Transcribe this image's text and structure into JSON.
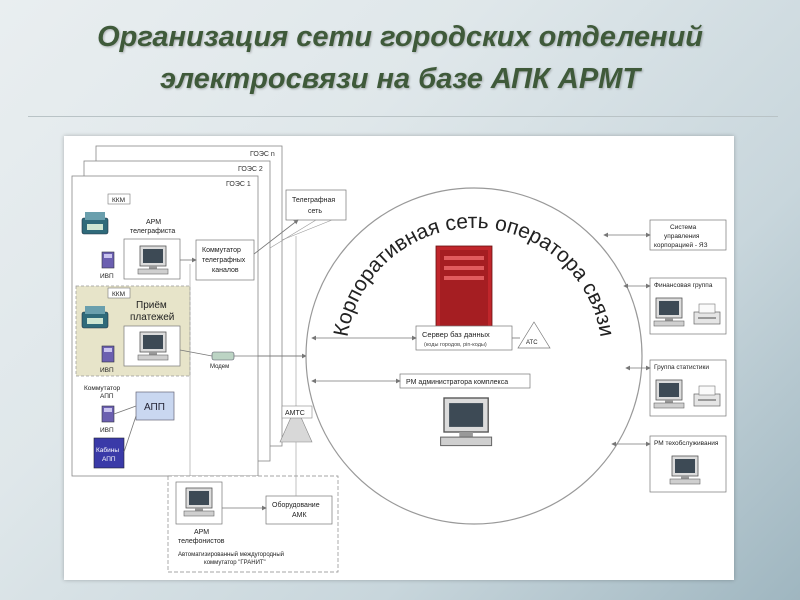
{
  "title": {
    "line1": "Организация сети городских отделений",
    "line2": "электросвязи на базе АПК АРМТ"
  },
  "diagram": {
    "goes_n": "ГОЭС n",
    "goes_2": "ГОЭС 2",
    "goes_1": "ГОЭС 1",
    "kkm_top": "ККМ",
    "arm_telegraph_1": "АРМ",
    "arm_telegraph_2": "телеграфиста",
    "ivp": "ИВП",
    "kommutator_tk_1": "Коммутатор",
    "kommutator_tk_2": "телеграфных",
    "kommutator_tk_3": "каналов",
    "telegraph_net_1": "Телеграфная",
    "telegraph_net_2": "сеть",
    "kkm_mid": "ККМ",
    "payments_1": "Приём",
    "payments_2": "платежей",
    "modem": "Модем",
    "kommutator_app_1": "Коммутатор",
    "kommutator_app_2": "АПП",
    "app": "АПП",
    "booth_1": "Кабины",
    "booth_2": "АПП",
    "amts": "АМТС",
    "arm_phone_1": "АРМ",
    "arm_phone_2": "телефонистов",
    "amk_1": "Оборудование",
    "amk_2": "АМК",
    "granit_1": "Автоматизированный междугородный",
    "granit_2": "коммутатор \"ГРАНИТ\"",
    "corp_net": "Корпоративная сеть оператора связи",
    "db_server_1": "Сервер баз данных",
    "db_server_2": "(коды городов, pin-коды)",
    "ats": "АТС",
    "admin_rm": "РМ администратора комплекса",
    "ysm_1": "Система",
    "ysm_2": "управления",
    "ysm_3": "корпорацией - ЯЗ",
    "finance": "Финансовая группа",
    "stats": "Группа статистики",
    "tech": "РМ техобслуживания"
  },
  "colors": {
    "title": "#3f5a3a",
    "server_red": "#c0262b",
    "payments_bg": "#e7e4c9",
    "app_box": "#c9d7f0",
    "booth": "#3a3aa8"
  }
}
